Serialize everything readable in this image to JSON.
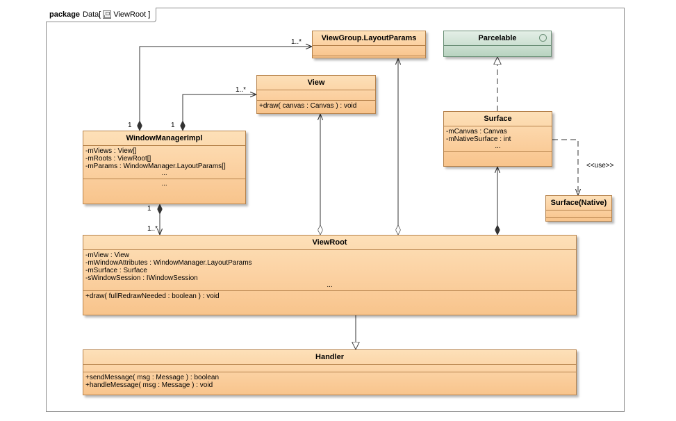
{
  "package": {
    "keyword": "package",
    "name": "Data",
    "diagram": "ViewRoot"
  },
  "classes": {
    "layoutparams": {
      "name": "ViewGroup.LayoutParams"
    },
    "parcelable": {
      "name": "Parcelable"
    },
    "view": {
      "name": "View",
      "operations": [
        "+draw( canvas : Canvas ) : void"
      ]
    },
    "wmi": {
      "name": "WindowManagerImpl",
      "attributes": [
        "-mViews : View[]",
        "-mRoots : ViewRoot[]",
        "-mParams : WindowManager.LayoutParams[]",
        "..."
      ],
      "more": "..."
    },
    "surface": {
      "name": "Surface",
      "attributes": [
        "-mCanvas : Canvas",
        "-mNativeSurface : int",
        "..."
      ]
    },
    "native": {
      "name": "Surface(Native)"
    },
    "viewroot": {
      "name": "ViewRoot",
      "attributes": [
        "-mView : View",
        "-mWindowAttributes : WindowManager.LayoutParams",
        "-mSurface : Surface",
        "-sWindowSession : IWindowSession",
        "..."
      ],
      "operations": [
        "+draw( fullRedrawNeeded : boolean ) : void"
      ]
    },
    "handler": {
      "name": "Handler",
      "operations": [
        "+sendMessage( msg : Message ) : boolean",
        "+handleMessage( msg : Message ) : void"
      ]
    }
  },
  "multiplicities": {
    "wmi_params_one": "1",
    "wmi_params_many": "1..*",
    "wmi_views_one": "1",
    "wmi_views_many": "1..*",
    "wmi_roots_one": "1",
    "wmi_roots_many": "1..*"
  },
  "stereotypes": {
    "use": "<<use>>"
  }
}
